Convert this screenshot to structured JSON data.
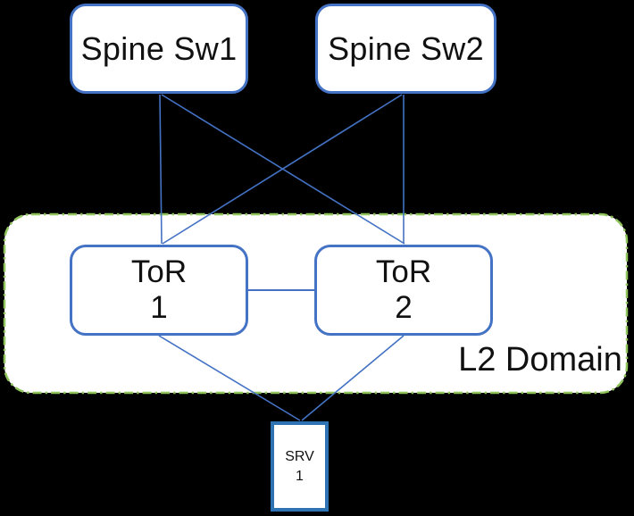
{
  "nodes": {
    "spine1": {
      "label": "Spine Sw1"
    },
    "spine2": {
      "label": "Spine Sw2"
    },
    "tor1": {
      "label_line1": "ToR",
      "label_line2": "1"
    },
    "tor2": {
      "label_line1": "ToR",
      "label_line2": "2"
    },
    "srv1": {
      "label_line1": "SRV",
      "label_line2": "1"
    }
  },
  "domain": {
    "label": "L2 Domain"
  },
  "edges": [
    {
      "from": "spine-sw1",
      "to": "tor-1"
    },
    {
      "from": "spine-sw1",
      "to": "tor-2"
    },
    {
      "from": "spine-sw2",
      "to": "tor-2"
    },
    {
      "from": "spine-sw2",
      "to": "tor-1"
    },
    {
      "from": "tor-1",
      "to": "tor-2"
    },
    {
      "from": "tor-1",
      "to": "srv-1"
    },
    {
      "from": "tor-2",
      "to": "srv-1"
    }
  ],
  "colors": {
    "background": "#000000",
    "node_fill": "#FFFFFF",
    "node_border": "#4472C4",
    "connector": "#4472C4",
    "domain_fill": "#FFFFFF",
    "domain_border": "#8FC45C",
    "server_border": "#2E74B5",
    "text": "#111111"
  }
}
